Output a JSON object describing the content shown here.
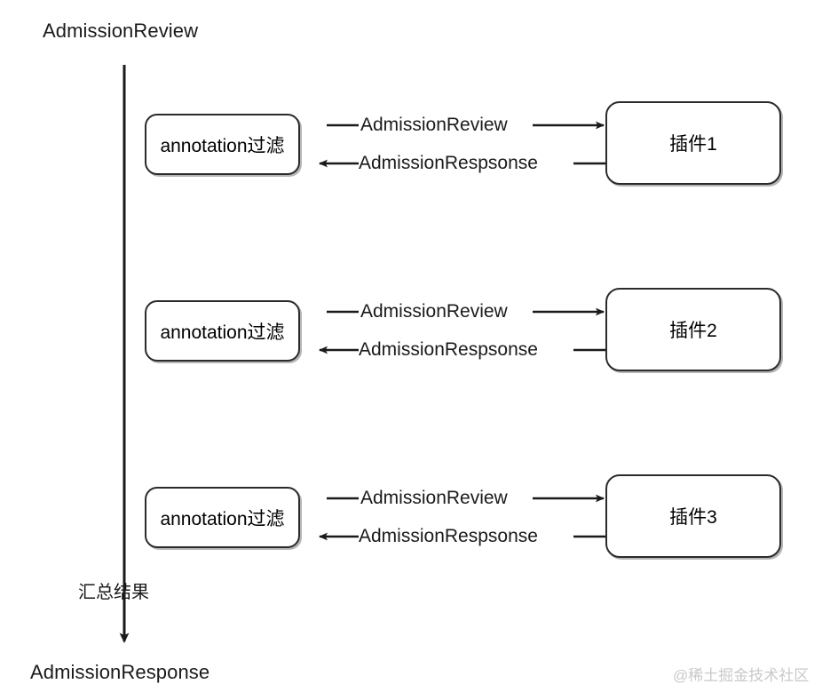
{
  "diagram": {
    "title_top": "AdmissionReview",
    "title_bottom": "AdmissionResponse",
    "summary_label": "汇总结果",
    "watermark": "@稀土掘金技术社区",
    "colors": {
      "stroke": "#2b2b2b",
      "text": "#1a1a1a",
      "background": "#ffffff",
      "watermark": "#c9c9c9",
      "shadow": "#5a5a5a"
    },
    "rows": [
      {
        "filter_label": "annotation过滤",
        "request_label": "AdmissionReview",
        "response_label": "AdmissionRespsonse",
        "plugin_label": "插件1"
      },
      {
        "filter_label": "annotation过滤",
        "request_label": "AdmissionReview",
        "response_label": "AdmissionRespsonse",
        "plugin_label": "插件2"
      },
      {
        "filter_label": "annotation过滤",
        "request_label": "AdmissionReview",
        "response_label": "AdmissionRespsonse",
        "plugin_label": "插件3"
      }
    ]
  }
}
